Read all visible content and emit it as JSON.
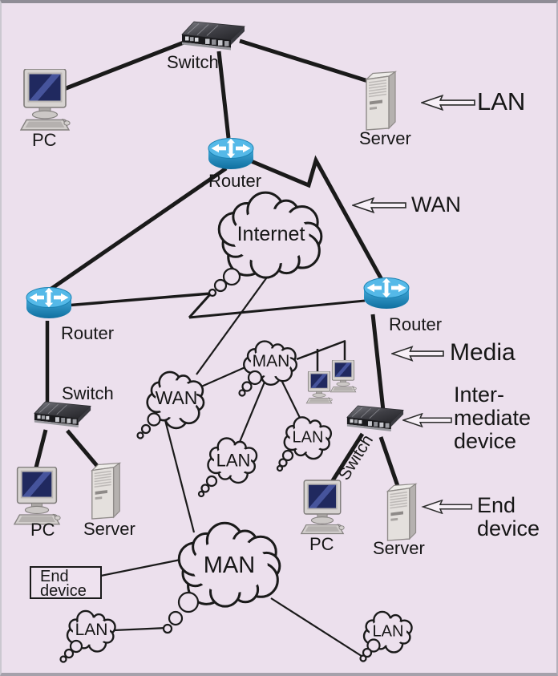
{
  "diagram": {
    "colors": {
      "background": "#ece0ed",
      "line": "#1a1a1a",
      "router_top_face": "#55b9e8",
      "router_body": "#1779ab",
      "switch_body": "#1a1a1d",
      "callout_arrow_fill": "#f7f0f7"
    },
    "icons": {
      "router": "blue-cylinder-with-crossed-arrows",
      "switch": "dark-3d-box-with-ports",
      "pc": "monitor-with-keyboard",
      "server": "tower-case",
      "callout_arrow": "hollow-left-arrow",
      "cloud": "thought-bubble-cloud"
    },
    "devices": {
      "switch_top": "Switch",
      "pc_top": "PC",
      "server_top": "Server",
      "router_top": "Router",
      "router_left": "Router",
      "router_right": "Router",
      "switch_left": "Switch",
      "switch_right": "Switch",
      "pc_left": "PC",
      "server_left": "Server",
      "pc_right": "PC",
      "server_right": "Server"
    },
    "clouds": {
      "internet": "Internet",
      "wan": "WAN",
      "man": "MAN",
      "lan_mid_left": "LAN",
      "lan_mid_right": "LAN",
      "man_bottom": "MAN",
      "lan_bottom_left": "LAN",
      "lan_bottom_right": "LAN"
    },
    "annotations": {
      "lan": "LAN",
      "wan": "WAN",
      "media": "Media",
      "intermediate": [
        "Inter-",
        "mediate",
        "device"
      ],
      "end": [
        "End",
        "device"
      ]
    },
    "end_device_box": [
      "End",
      "device"
    ]
  }
}
